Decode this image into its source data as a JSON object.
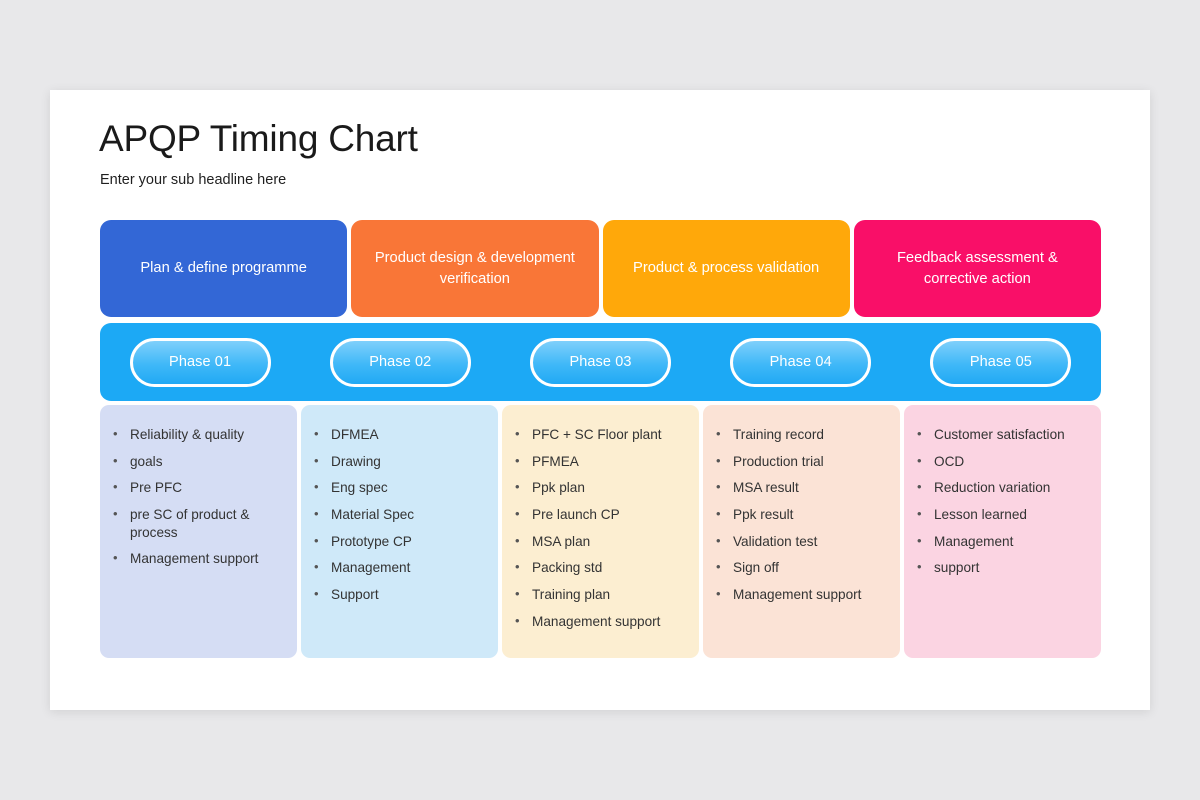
{
  "slide": {
    "title": "APQP Timing Chart",
    "subtitle": "Enter your sub headline here",
    "background_color": "#e8e8ea",
    "canvas_color": "#ffffff"
  },
  "band": {
    "color": "#1ca9f5"
  },
  "stages": [
    {
      "label": "Plan & define programme",
      "color": "#3367d6"
    },
    {
      "label": "Product design & development verification",
      "color": "#f97637"
    },
    {
      "label": "Product & process validation",
      "color": "#ffa80a"
    },
    {
      "label": "Feedback assessment & corrective action",
      "color": "#f90f68"
    }
  ],
  "phases": [
    {
      "label": "Phase 01"
    },
    {
      "label": "Phase 02"
    },
    {
      "label": "Phase 03"
    },
    {
      "label": "Phase 04"
    },
    {
      "label": "Phase 05"
    }
  ],
  "columns": [
    {
      "color": "#d5ddf4",
      "items": [
        "Reliability & quality",
        "goals",
        "Pre PFC",
        "pre SC of product & process",
        "Management support"
      ]
    },
    {
      "color": "#cfe9f9",
      "items": [
        "DFMEA",
        "Drawing",
        "Eng spec",
        "Material Spec",
        "Prototype CP",
        "Management",
        "Support"
      ]
    },
    {
      "color": "#fceed1",
      "items": [
        "PFC + SC Floor plant",
        "PFMEA",
        "Ppk plan",
        "Pre launch CP",
        "MSA plan",
        "Packing std",
        "Training plan",
        "Management support"
      ]
    },
    {
      "color": "#fbe3d6",
      "items": [
        "Training record",
        "Production trial",
        "MSA result",
        "Ppk result",
        "Validation test",
        "Sign off",
        "Management support"
      ]
    },
    {
      "color": "#fbd4e2",
      "items": [
        "Customer satisfaction",
        "OCD",
        "Reduction variation",
        "Lesson learned",
        "Management",
        "support"
      ]
    }
  ],
  "bullet_glyph": "•"
}
